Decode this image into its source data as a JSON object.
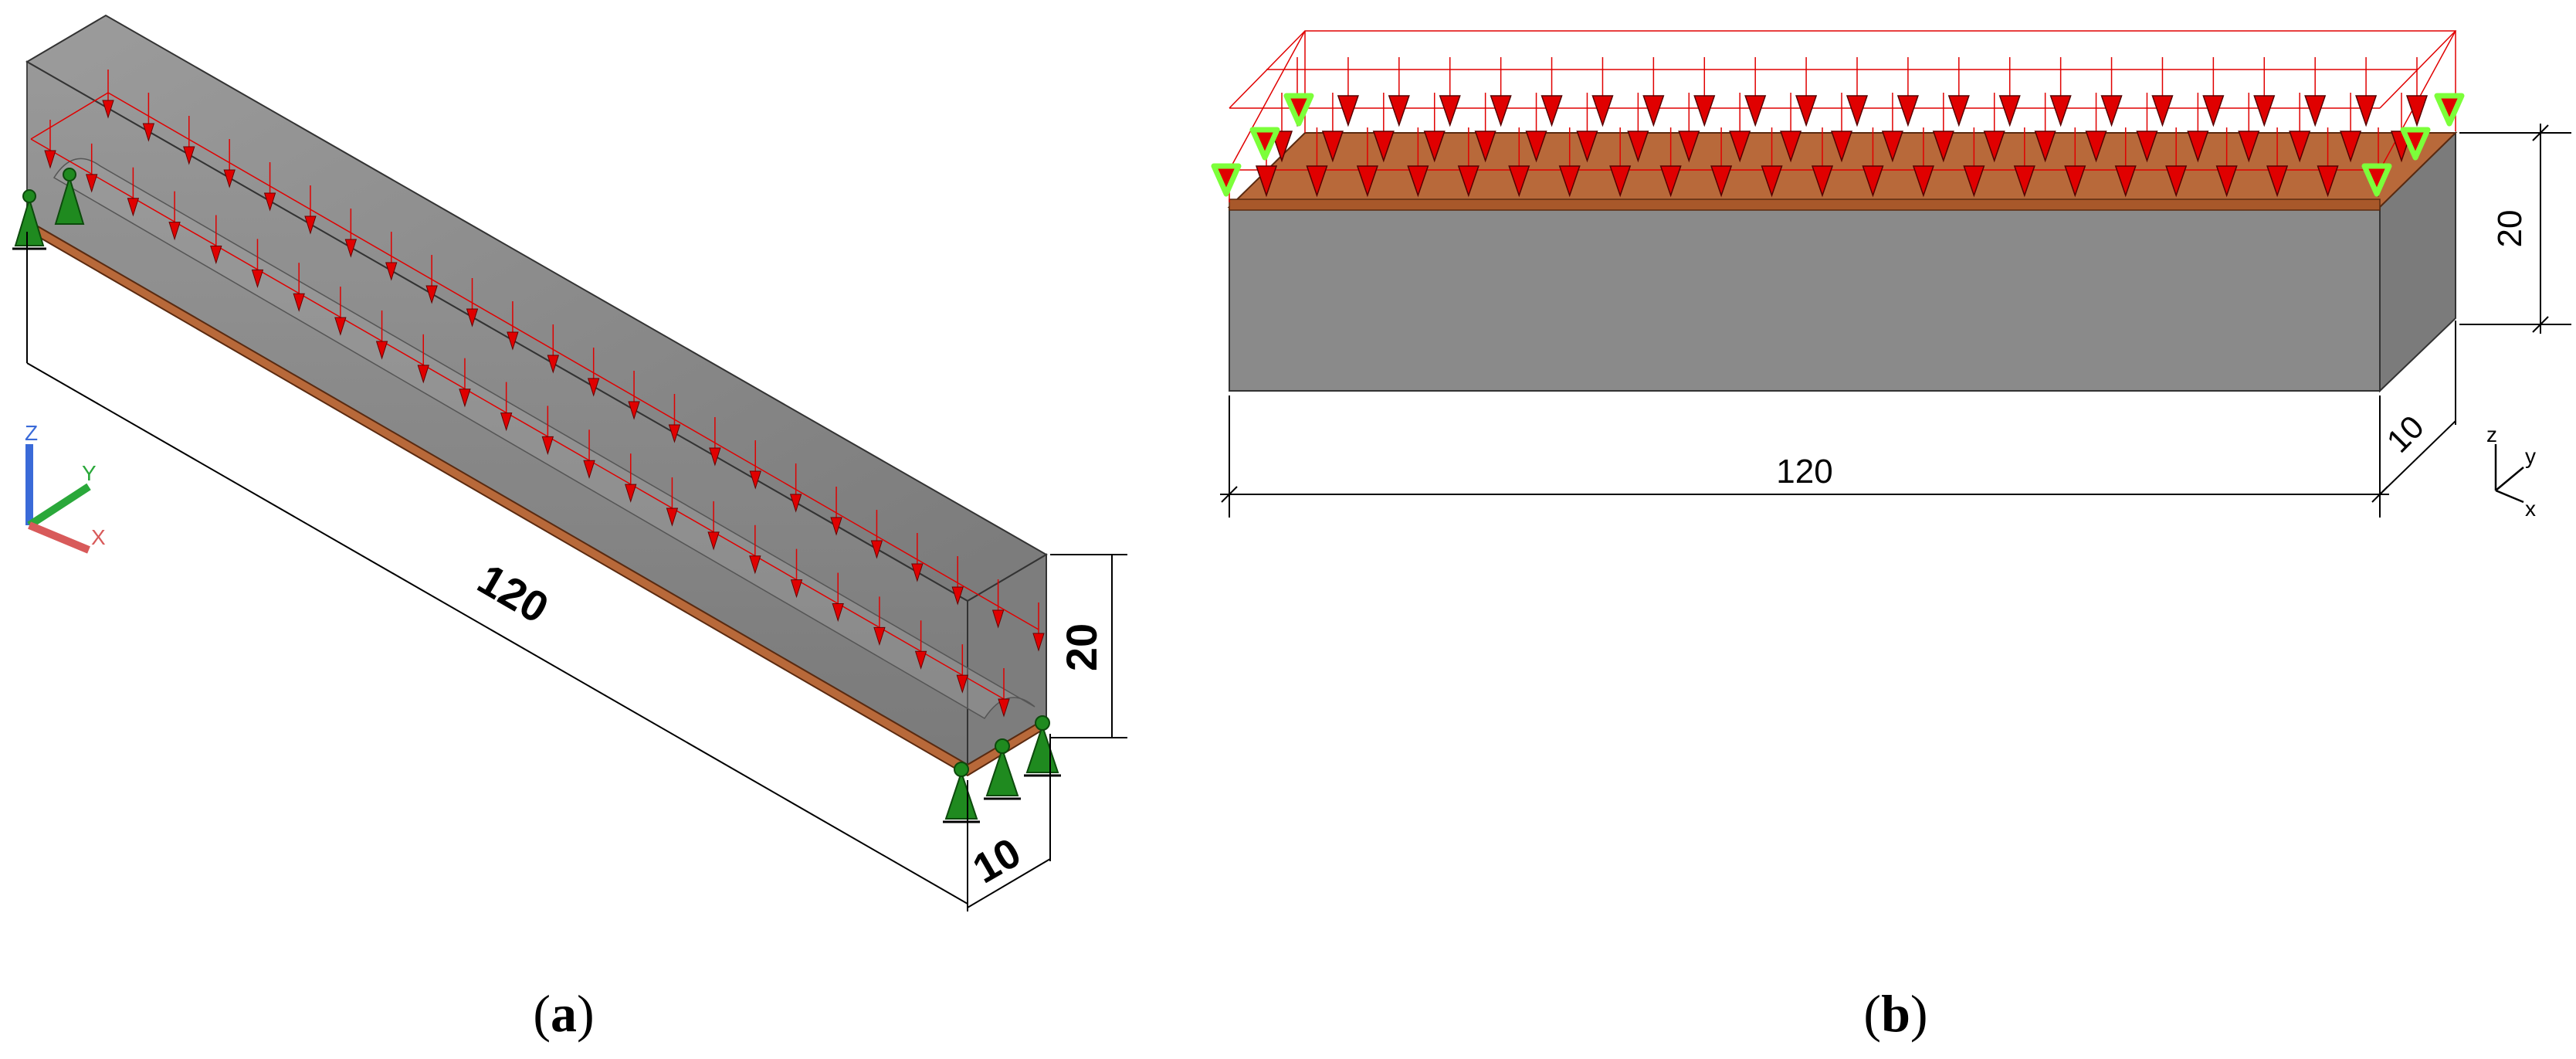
{
  "panel_a": {
    "dim_length": "120",
    "dim_height": "20",
    "dim_width": "10",
    "caption_open": "(",
    "caption_letter": "a",
    "caption_close": ")",
    "axis_z": "Z",
    "axis_y": "Y",
    "axis_x": "X"
  },
  "panel_b": {
    "dim_length": "120",
    "dim_height": "20",
    "dim_width": "10",
    "caption_open": "(",
    "caption_letter": "b",
    "caption_close": ")",
    "axis_z": "z",
    "axis_y": "y",
    "axis_x": "x"
  },
  "colors": {
    "beam_grey": "#8a8a8a",
    "beam_dark": "#6f6f6f",
    "plate_brown": "#b8693a",
    "load_red": "#e00000",
    "support_green": "#1f8a1f",
    "highlight_green": "#7cff3a"
  }
}
